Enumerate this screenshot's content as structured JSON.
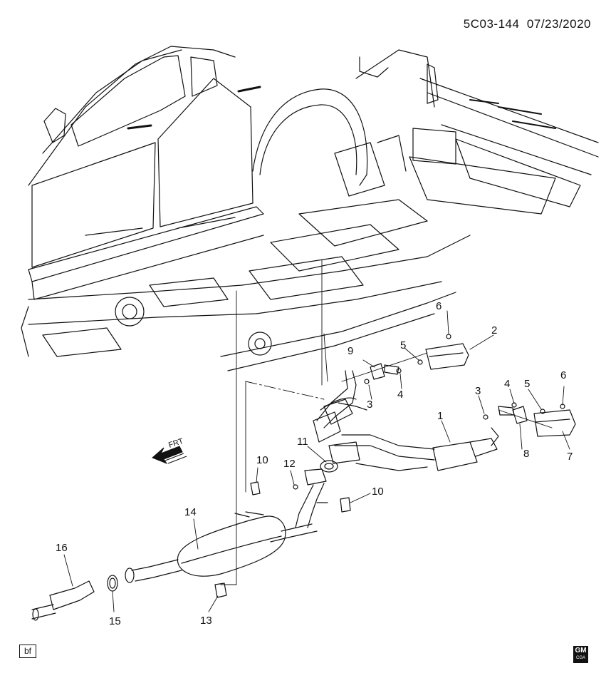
{
  "header": {
    "drawing_id": "5C03-144",
    "date": "07/23/2020"
  },
  "footer": {
    "tag": "bf",
    "logo": "GM",
    "logo_sub": "CGA"
  },
  "frt_label": "FRT",
  "callouts": {
    "c1": "1",
    "c2": "2",
    "c3a": "3",
    "c3b": "3",
    "c4a": "4",
    "c4b": "4",
    "c5a": "5",
    "c5b": "5",
    "c6a": "6",
    "c6b": "6",
    "c7": "7",
    "c8": "8",
    "c9": "9",
    "c10a": "10",
    "c10b": "10",
    "c11": "11",
    "c12": "12",
    "c13": "13",
    "c14": "14",
    "c15": "15",
    "c16": "16"
  }
}
